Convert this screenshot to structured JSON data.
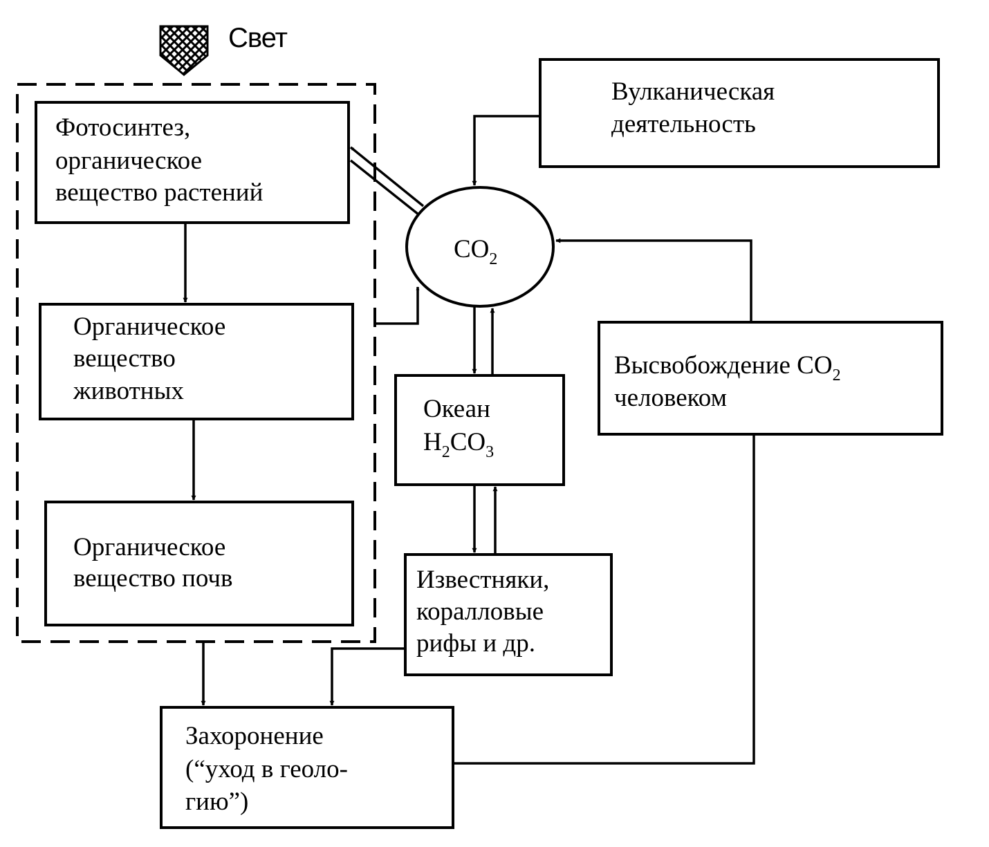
{
  "light": {
    "label": "Свет"
  },
  "nodes": {
    "photosynthesis": {
      "lines": [
        "Фотосинтез,",
        "органическое",
        "вещество растений"
      ]
    },
    "animals": {
      "lines": [
        "Органическое",
        "вещество",
        "животных"
      ]
    },
    "soil": {
      "lines": [
        "Органическое",
        "вещество почв"
      ]
    },
    "volcanic": {
      "lines": [
        "Вулканическая",
        "деятельность"
      ]
    },
    "co2": {
      "base": "CO",
      "sub": "2"
    },
    "ocean": {
      "line1": "Океан",
      "h": "H",
      "sub1": "2",
      "co": "CO",
      "sub2": "3"
    },
    "human": {
      "line1": "Высвобождение CO",
      "sub": "2",
      "line2": "человеком"
    },
    "limestone": {
      "lines": [
        "Известняки,",
        "коралловые",
        "рифы и др."
      ]
    },
    "burial": {
      "lines": [
        "Захоронение",
        "(“уход в геоло-",
        "гию”)"
      ]
    }
  }
}
